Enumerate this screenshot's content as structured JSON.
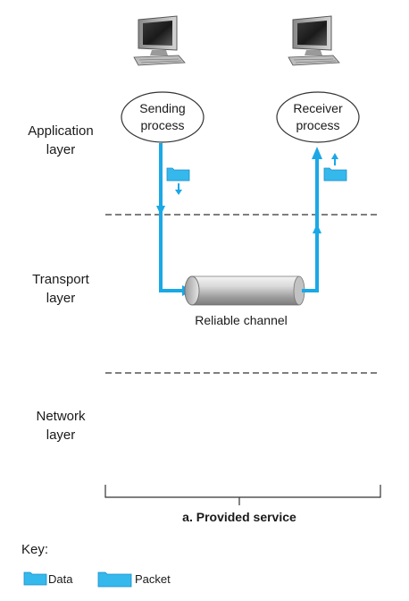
{
  "processes": {
    "sender": {
      "line1": "Sending",
      "line2": "process"
    },
    "receiver": {
      "line1": "Receiver",
      "line2": "process"
    }
  },
  "layers": {
    "application": {
      "line1": "Application",
      "line2": "layer"
    },
    "transport": {
      "line1": "Transport",
      "line2": "layer"
    },
    "network": {
      "line1": "Network",
      "line2": "layer"
    }
  },
  "channel_label": "Reliable channel",
  "caption": "a. Provided service",
  "key": {
    "title": "Key:",
    "data_label": "Data",
    "packet_label": "Packet"
  },
  "icons": {
    "sender_host": "desktop-computer-icon",
    "receiver_host": "desktop-computer-icon",
    "data": "data-block-icon",
    "packet": "packet-block-icon"
  },
  "colors": {
    "flow": "#1aa8e6",
    "block": "#35b8ec",
    "block_edge": "#1a8fc6",
    "lines": "#333333",
    "pipe_mid": "#c8c8c8"
  }
}
